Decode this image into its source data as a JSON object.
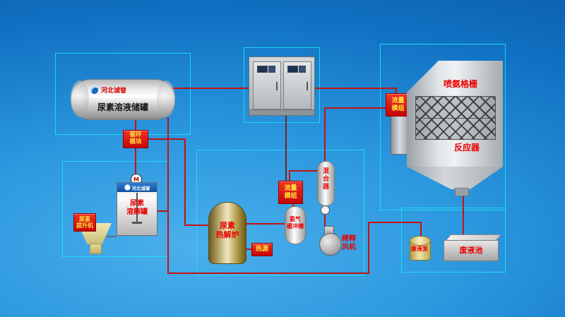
{
  "palette": {
    "background_top": "#0c5fae",
    "background_light": "#4bb0ec",
    "zone_border": "#1fe4f6",
    "pipe_red": "#c41212",
    "pipe_dark": "#7c2020",
    "label_bg": "#df1010",
    "label_text": "#ffe23c",
    "component_text": "#ea0000"
  },
  "storage": {
    "logo": "河北诚誉",
    "label": "尿素溶液储罐",
    "circulation_module": "循环\n模块"
  },
  "dissolver": {
    "logo": "河北诚誉",
    "label": "尿素\n溶解罐",
    "motor": "M",
    "elevator": "尿素\n提升机"
  },
  "furnace": {
    "label": "尿素\n热解炉",
    "heat_source": "热源",
    "buffer_tank": "氨气\n缓冲槽",
    "flow_module": "流量\n模组",
    "mixer": "混\n合\n器",
    "fan": "稀释\n风机"
  },
  "reactor": {
    "flow_module": "流量\n模组",
    "grid": "喷氨格栅",
    "label": "反应器"
  },
  "waste": {
    "pump": "废液泵",
    "pool": "废液池"
  }
}
